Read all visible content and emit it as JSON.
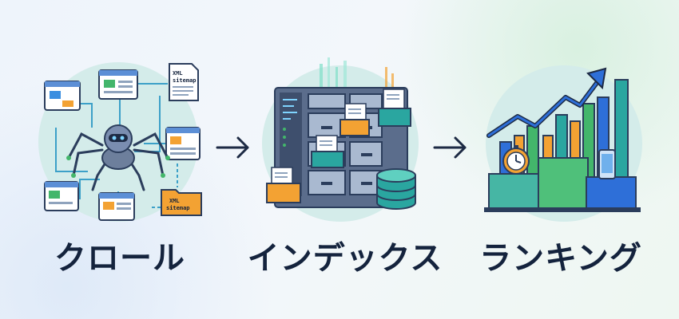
{
  "stages": [
    {
      "label": "クロール",
      "icon": "crawler-spider-icon"
    },
    {
      "label": "インデックス",
      "icon": "index-server-icon"
    },
    {
      "label": "ランキング",
      "icon": "ranking-chart-icon"
    }
  ],
  "sitemap_tags": [
    {
      "line1": "XML",
      "line2": "sitemap"
    },
    {
      "line1": "XML",
      "line2": "sitemap"
    }
  ],
  "colors": {
    "navy": "#14233d",
    "blue": "#2e6fd8",
    "teal": "#2aa6a0",
    "green": "#43b66b",
    "orange": "#f3a233",
    "circle_bg": "#d6ecec"
  }
}
